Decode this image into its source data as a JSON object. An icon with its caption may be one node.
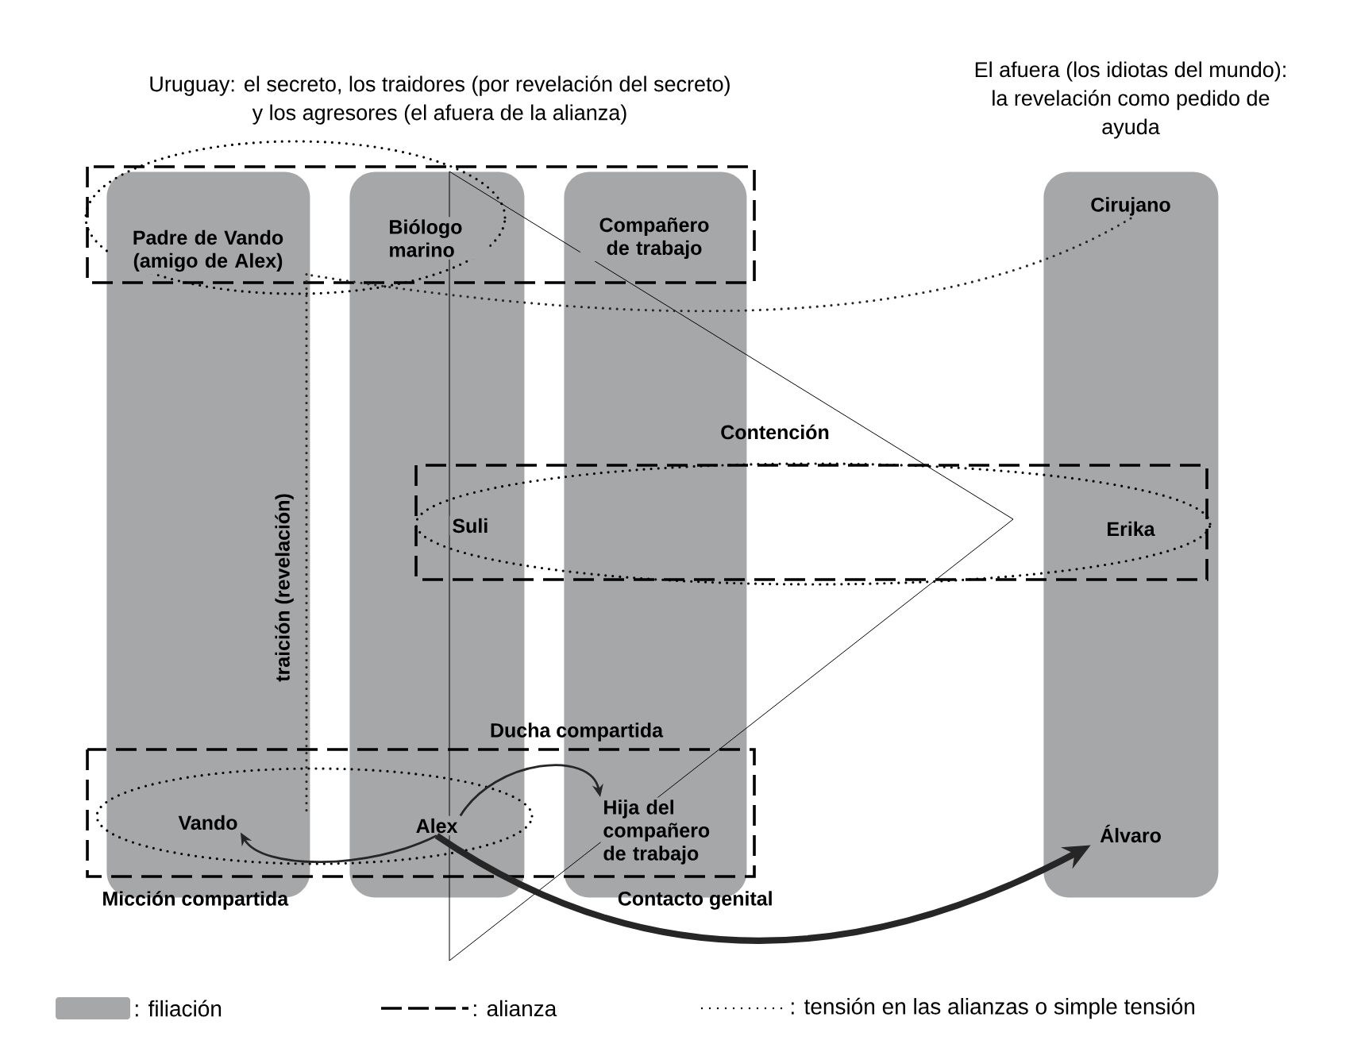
{
  "diagram": {
    "nodes": [
      {
        "text": [],
        "shape": "bar"
      },
      {
        "text": [
          "Padre de Vando (amigo de Alex)"
        ],
        "in": 0
      },
      {
        "text": [
          "Vando"
        ],
        "in": 0
      },
      {
        "text": [],
        "shape": "bar"
      },
      {
        "text": [
          "Biólogo marino"
        ],
        "in": 3
      },
      {
        "text": [
          "Suli"
        ],
        "in": 3
      },
      {
        "text": [
          "Alex"
        ],
        "in": 3
      },
      {
        "text": [],
        "shape": "bar"
      },
      {
        "text": [
          "Compañero de trabajo"
        ],
        "in": 7
      },
      {
        "text": [
          "Hija del compañero de trabajo"
        ],
        "in": 7
      },
      {
        "text": [],
        "shape": "bar"
      },
      {
        "text": [
          "Cirujano"
        ],
        "in": 10
      },
      {
        "text": [
          "Erika"
        ],
        "in": 10
      },
      {
        "text": [
          "Álvaro"
        ],
        "in": 10
      }
    ],
    "edges": [
      {
        "from": 6,
        "to": 2,
        "arrow": "to",
        "label": "Micción compartida"
      },
      {
        "from": 6,
        "to": 9,
        "arrow": "to",
        "label": "Ducha compartida"
      },
      {
        "from": 6,
        "to": 13,
        "arrow": "to",
        "label": "Contacto genital",
        "style": "thick"
      },
      {
        "from": 11,
        "to": 1,
        "arrow": "none",
        "style": "dashed"
      },
      {
        "from": 1,
        "to": 2,
        "arrow": "none",
        "style": "dashed",
        "label": "traición (revelación)"
      }
    ],
    "labels": [
      "Uruguay: el secreto, los traidores (por revelación del secreto) y los agresores (el afuera de la alianza)",
      "El afuera (los idiotas del mundo): la revelación como pedido de ayuda",
      "Contención"
    ],
    "legend": [
      {
        "text": ": filiación",
        "color": "#a6a7a9"
      },
      {
        "text": ": alianza"
      },
      {
        "text": ": tensión en las alianzas o simple tensión"
      }
    ]
  }
}
